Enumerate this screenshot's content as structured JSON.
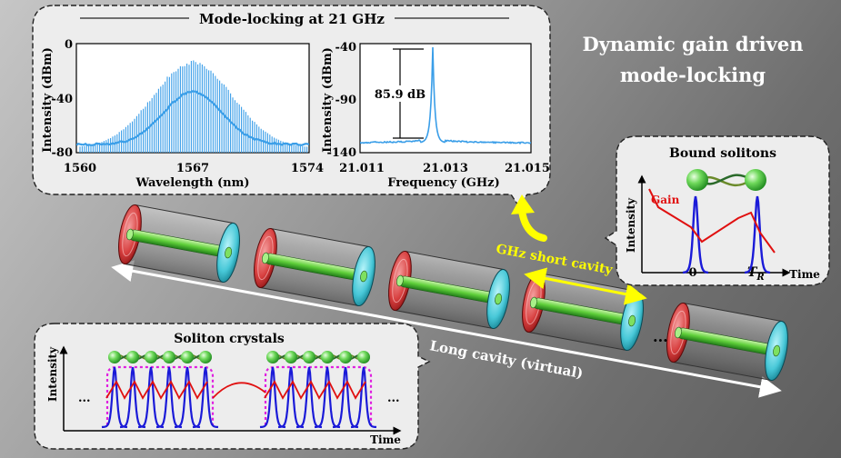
{
  "title": {
    "line1": "Dynamic gain driven",
    "line2": "mode-locking"
  },
  "spectra_panel": {
    "heading": "Mode-locking at 21 GHz",
    "optical": {
      "y_label": "Intensity (dBm)",
      "x_label": "Wavelength (nm)",
      "y_ticks": [
        "0",
        "-40",
        "-80"
      ],
      "x_ticks": [
        "1560",
        "1567",
        "1574"
      ]
    },
    "rf": {
      "y_label": "Intensity (dBm)",
      "x_label": "Frequency (GHz)",
      "y_ticks": [
        "-40",
        "-90",
        "-140"
      ],
      "x_ticks": [
        "21.011",
        "21.013",
        "21.015"
      ],
      "annotation": "85.9 dB"
    }
  },
  "bound_panel": {
    "heading": "Bound solitons",
    "y_label": "Intensity",
    "x_label": "Time",
    "gain_label": "Gain",
    "tick_zero": "0",
    "tick_tr": "T",
    "tick_tr_sub": "R"
  },
  "crystal_panel": {
    "heading": "Soliton crystals",
    "y_label": "Intensity",
    "x_label": "Time",
    "ellipsis": "..."
  },
  "labels": {
    "short_cavity": "GHz short cavity",
    "long_cavity": "Long cavity (virtual)",
    "ellipsis": "..."
  },
  "colors": {
    "pulse": "#1a1ad8",
    "gain": "#e01010",
    "envelope": "#e020e0",
    "spectrum": "#3a9ee8",
    "short_arrow": "#ffff00",
    "long_arrow": "#ffffff",
    "soliton": "#3cc83c"
  }
}
